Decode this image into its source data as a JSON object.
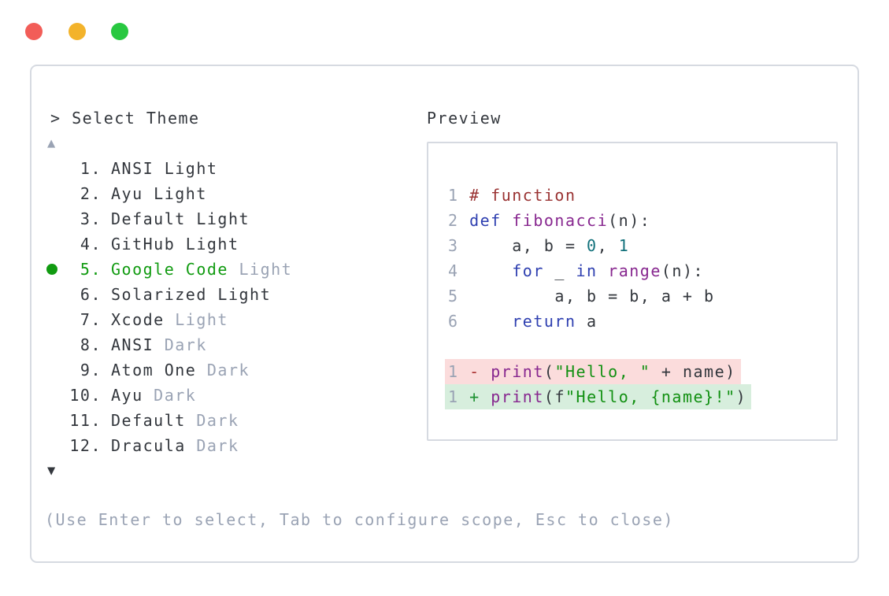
{
  "window": {
    "controls": {
      "close_label": "close",
      "minimize_label": "minimize",
      "maximize_label": "maximize"
    }
  },
  "picker": {
    "title": "> Select Theme",
    "scroll_up_glyph": "▲",
    "scroll_down_glyph": "▼",
    "help_text": "(Use Enter to select, Tab to configure scope, Esc to close)",
    "items": [
      {
        "num": "1.",
        "main": "ANSI Light",
        "dim": "",
        "selected": false
      },
      {
        "num": "2.",
        "main": "Ayu Light",
        "dim": "",
        "selected": false
      },
      {
        "num": "3.",
        "main": "Default Light",
        "dim": "",
        "selected": false
      },
      {
        "num": "4.",
        "main": "GitHub Light",
        "dim": "",
        "selected": false
      },
      {
        "num": "5.",
        "main": "Google Code",
        "dim": " Light",
        "selected": true
      },
      {
        "num": "6.",
        "main": "Solarized Light",
        "dim": "",
        "selected": false
      },
      {
        "num": "7.",
        "main": "Xcode",
        "dim": " Light",
        "selected": false
      },
      {
        "num": "8.",
        "main": "ANSI",
        "dim": " Dark",
        "selected": false
      },
      {
        "num": "9.",
        "main": "Atom One",
        "dim": " Dark",
        "selected": false
      },
      {
        "num": "10.",
        "main": "Ayu",
        "dim": " Dark",
        "selected": false
      },
      {
        "num": "11.",
        "main": "Default",
        "dim": " Dark",
        "selected": false
      },
      {
        "num": "12.",
        "main": "Dracula",
        "dim": " Dark",
        "selected": false
      }
    ]
  },
  "preview": {
    "title": "Preview",
    "code_lines": [
      {
        "no": "1",
        "tokens": [
          {
            "t": "# function",
            "c": "com"
          }
        ]
      },
      {
        "no": "2",
        "tokens": [
          {
            "t": "def",
            "c": "kwd"
          },
          {
            "t": " ",
            "c": "pln"
          },
          {
            "t": "fibonacci",
            "c": "typ"
          },
          {
            "t": "(n):",
            "c": "pln"
          }
        ]
      },
      {
        "no": "3",
        "tokens": [
          {
            "t": "    a, b = ",
            "c": "pln"
          },
          {
            "t": "0",
            "c": "lit"
          },
          {
            "t": ", ",
            "c": "pln"
          },
          {
            "t": "1",
            "c": "lit"
          }
        ]
      },
      {
        "no": "4",
        "tokens": [
          {
            "t": "    ",
            "c": "pln"
          },
          {
            "t": "for",
            "c": "kwd"
          },
          {
            "t": " _ ",
            "c": "pln"
          },
          {
            "t": "in",
            "c": "kwd"
          },
          {
            "t": " ",
            "c": "pln"
          },
          {
            "t": "range",
            "c": "typ"
          },
          {
            "t": "(n):",
            "c": "pln"
          }
        ]
      },
      {
        "no": "5",
        "tokens": [
          {
            "t": "        a, b = b, a + b",
            "c": "pln"
          }
        ]
      },
      {
        "no": "6",
        "tokens": [
          {
            "t": "    ",
            "c": "pln"
          },
          {
            "t": "return",
            "c": "kwd"
          },
          {
            "t": " a",
            "c": "pln"
          }
        ]
      }
    ],
    "diff_lines": [
      {
        "no": "1",
        "kind": "removed",
        "tokens": [
          {
            "t": "- ",
            "c": "minus"
          },
          {
            "t": "print",
            "c": "typ"
          },
          {
            "t": "(",
            "c": "pln"
          },
          {
            "t": "\"Hello, \"",
            "c": "str"
          },
          {
            "t": " + name)",
            "c": "pln"
          }
        ]
      },
      {
        "no": "1",
        "kind": "added",
        "tokens": [
          {
            "t": "+ ",
            "c": "plus"
          },
          {
            "t": "print",
            "c": "typ"
          },
          {
            "t": "(f",
            "c": "pln"
          },
          {
            "t": "\"Hello, {name}!\"",
            "c": "str"
          },
          {
            "t": ")",
            "c": "pln"
          }
        ]
      }
    ]
  },
  "colors": {
    "plain": "#33373d",
    "dim": "#9aa3b4",
    "accent_green": "#119b11",
    "comment": "#9a3333",
    "keyword": "#2e3fb0",
    "type": "#87278f",
    "literal": "#10707a",
    "string": "#129012",
    "line_number": "#9aa3b4",
    "diff_minus": "#a82e2e",
    "diff_plus": "#1e9132",
    "removed_bg": "#fbdcdc",
    "added_bg": "#d7eedd",
    "panel_border": "#d6dae1",
    "traffic_red": "#f25d58",
    "traffic_yellow": "#f3b32b",
    "traffic_green": "#28c840"
  }
}
